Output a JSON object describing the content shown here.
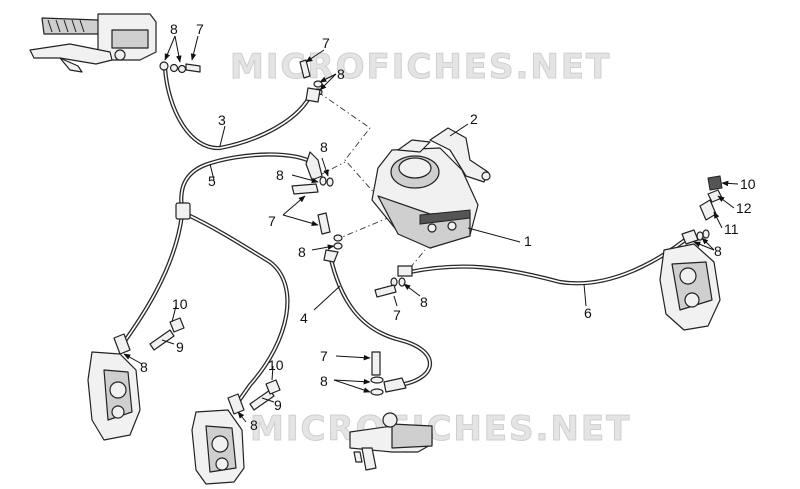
{
  "watermark": "MICROFICHES.NET",
  "callouts": {
    "n1": "1",
    "n2": "2",
    "n3": "3",
    "n4": "4",
    "n5": "5",
    "n6": "6",
    "n7": "7",
    "n8": "8",
    "n9": "9",
    "n10": "10",
    "n11": "11",
    "n12": "12"
  }
}
